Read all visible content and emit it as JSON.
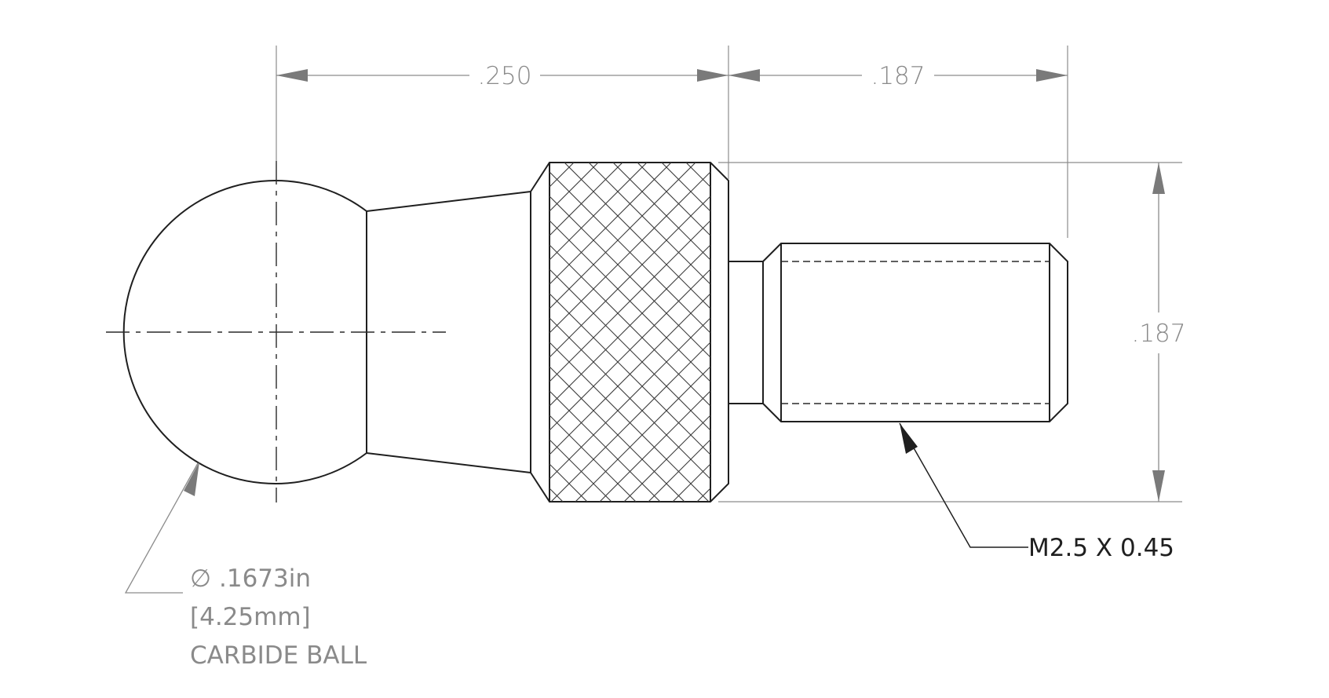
{
  "dimensions": {
    "ball_to_knurl_length": ".250",
    "thread_length": ".187",
    "knurl_height": ".187"
  },
  "callouts": {
    "ball_diameter_symbol": "∅",
    "ball_diameter_in": ".1673in",
    "ball_diameter_mm": "[4.25mm]",
    "ball_material": "CARBIDE BALL",
    "thread_spec": "M2.5 X 0.45"
  }
}
